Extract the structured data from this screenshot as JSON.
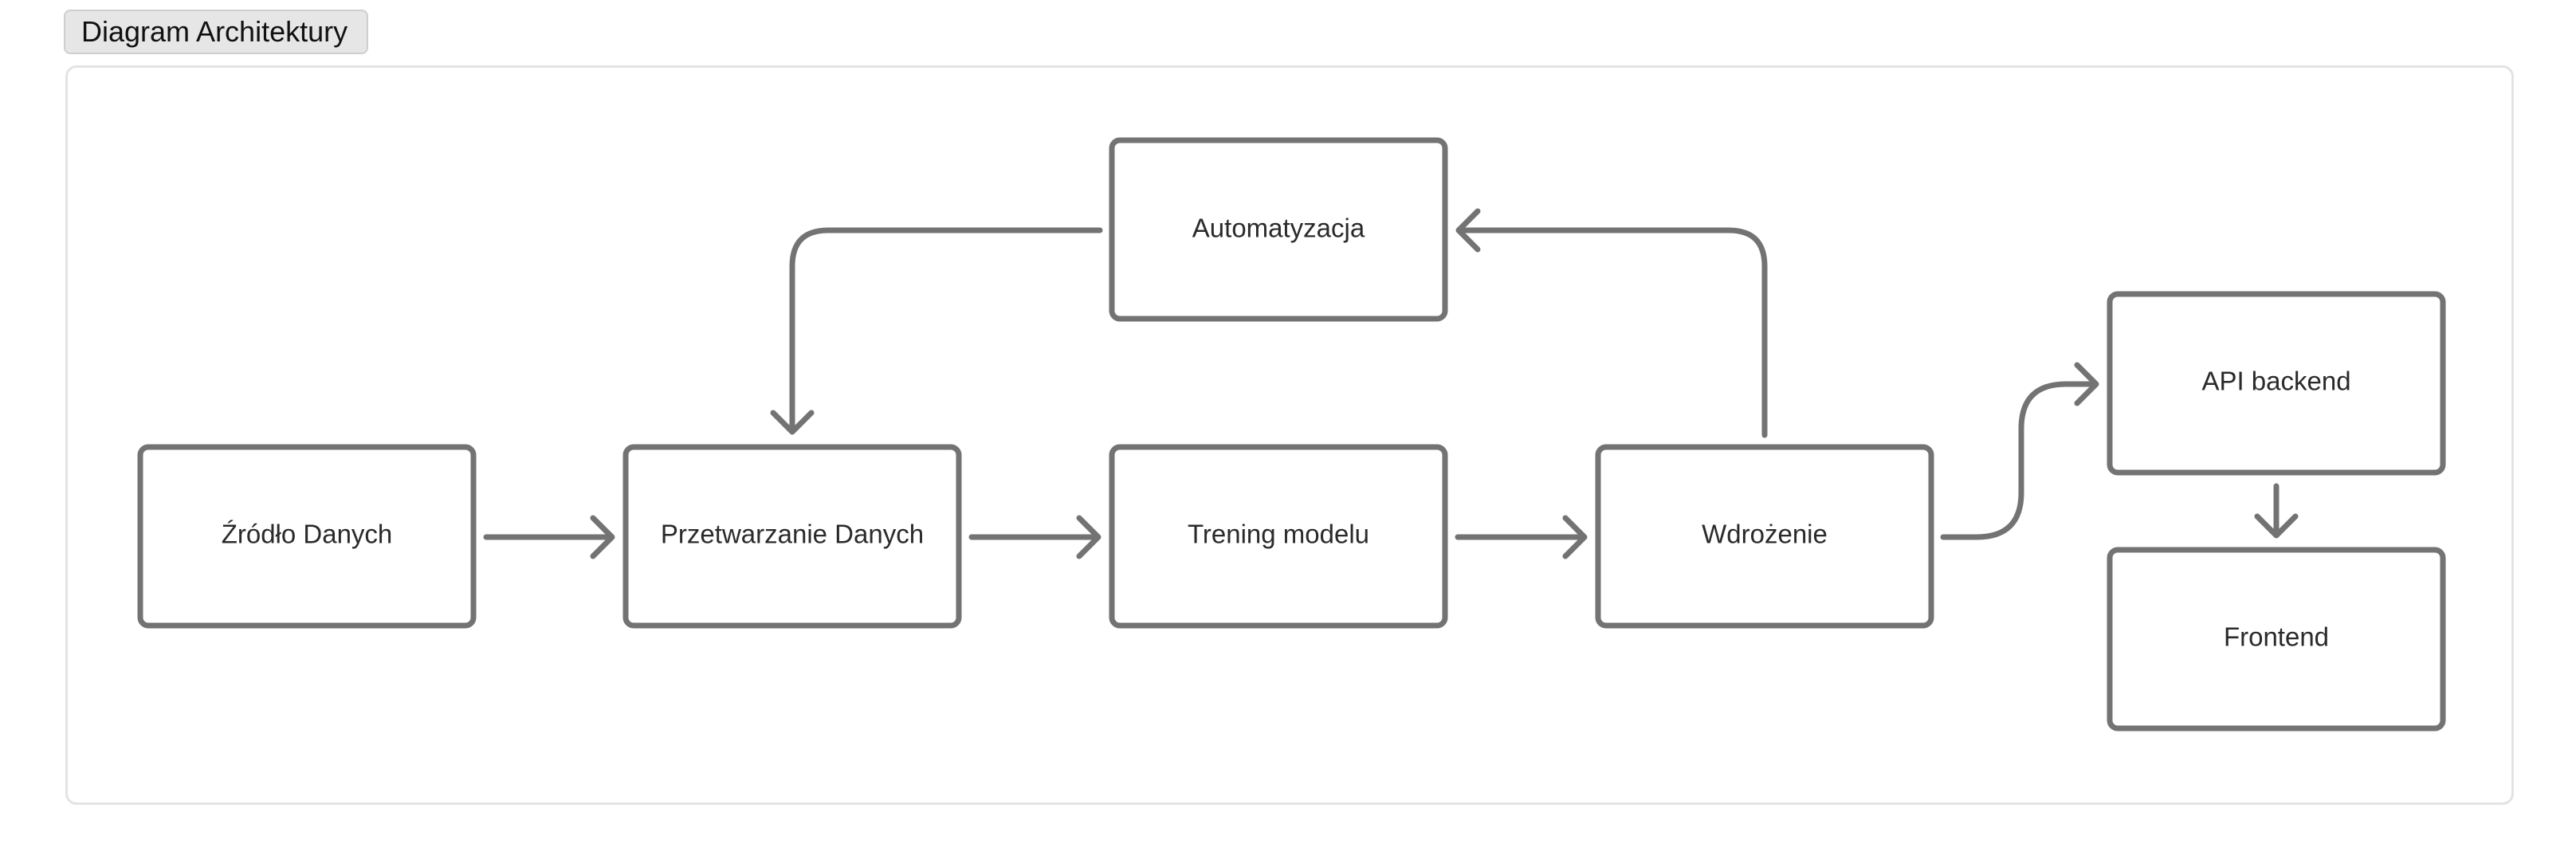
{
  "title": "Diagram Architektury",
  "nodes": {
    "zrodlo": "Źródło Danych",
    "przetwarzanie": "Przetwarzanie Danych",
    "trening": "Trening modelu",
    "wdrozenie": "Wdrożenie",
    "automatyzacja": "Automatyzacja",
    "api": "API backend",
    "frontend": "Frontend"
  },
  "edges": [
    {
      "from": "Źródło Danych",
      "to": "Przetwarzanie Danych"
    },
    {
      "from": "Przetwarzanie Danych",
      "to": "Trening modelu"
    },
    {
      "from": "Trening modelu",
      "to": "Wdrożenie"
    },
    {
      "from": "Wdrożenie",
      "to": "Automatyzacja"
    },
    {
      "from": "Automatyzacja",
      "to": "Przetwarzanie Danych"
    },
    {
      "from": "Wdrożenie",
      "to": "API backend"
    },
    {
      "from": "API backend",
      "to": "Frontend"
    }
  ],
  "colors": {
    "stroke": "#737373",
    "text": "#2a2a2a",
    "frame": "#e3e3e3",
    "tab_bg": "#e6e6e6"
  }
}
